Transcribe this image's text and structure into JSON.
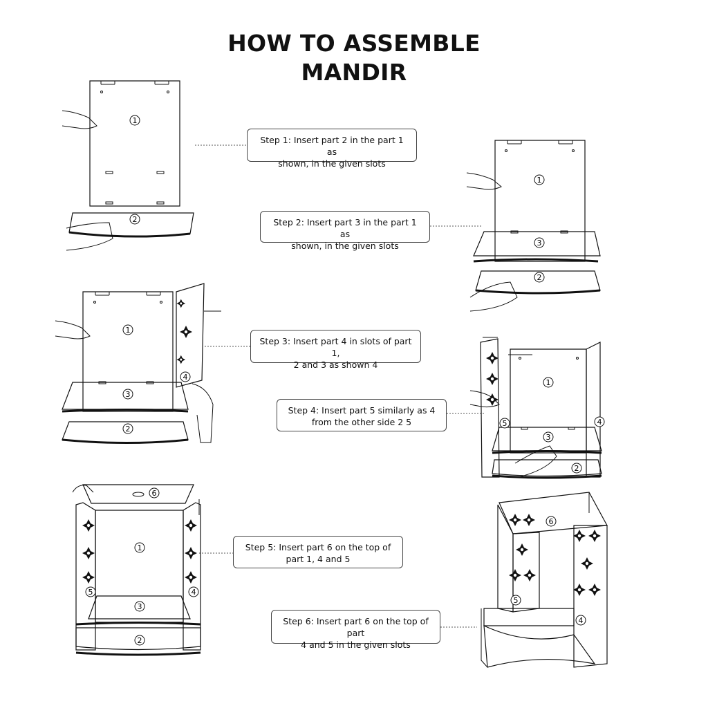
{
  "title": {
    "line1": "HOW TO ASSEMBLE",
    "line2": "MANDIR"
  },
  "steps": [
    {
      "line1": "Step 1: Insert part 2 in the part 1 as",
      "line2": "shown, in the given slots"
    },
    {
      "line1": "Step 2: Insert part 3 in the part 1 as",
      "line2": "shown, in the given slots"
    },
    {
      "line1": "Step 3: Insert part 4 in slots of part 1,",
      "line2": "2 and 3 as shown 4"
    },
    {
      "line1": "Step 4: Insert part 5 similarly as 4",
      "line2": "from the other side 2 5"
    },
    {
      "line1": "Step 5: Insert part 6 on the top of",
      "line2": "part 1, 4 and 5"
    },
    {
      "line1": "Step 6: Insert part 6 on the top of part",
      "line2": "4 and 5 in the given slots"
    }
  ],
  "part_numbers": {
    "p1": "1",
    "p2": "2",
    "p3": "3",
    "p4": "4",
    "p5": "5",
    "p6": "6"
  }
}
